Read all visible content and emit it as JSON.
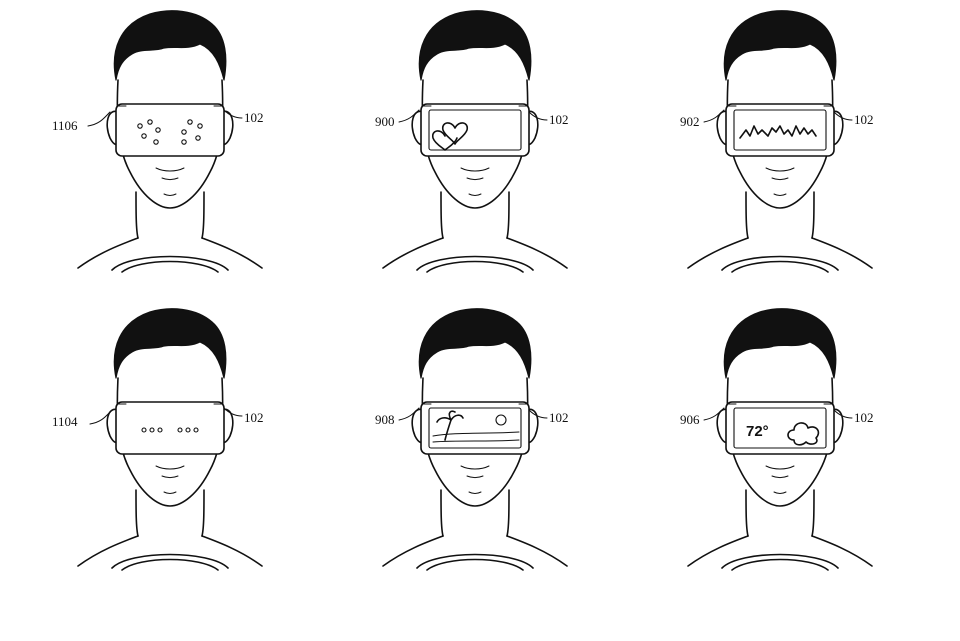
{
  "figures": [
    {
      "id": "fig-eyes-wide",
      "device_label": "102",
      "display_label": "1106",
      "display": "eyes-wide"
    },
    {
      "id": "fig-hearts",
      "device_label": "102",
      "display_label": "900",
      "display": "hearts"
    },
    {
      "id": "fig-waveform",
      "device_label": "102",
      "display_label": "902",
      "display": "waveform"
    },
    {
      "id": "fig-eyes-narrow",
      "device_label": "102",
      "display_label": "1104",
      "display": "eyes-narrow"
    },
    {
      "id": "fig-beach",
      "device_label": "102",
      "display_label": "908",
      "display": "beach"
    },
    {
      "id": "fig-weather",
      "device_label": "102",
      "display_label": "906",
      "display": "weather",
      "temperature": "72°"
    }
  ],
  "colors": {
    "line": "#111111",
    "background": "#ffffff"
  }
}
